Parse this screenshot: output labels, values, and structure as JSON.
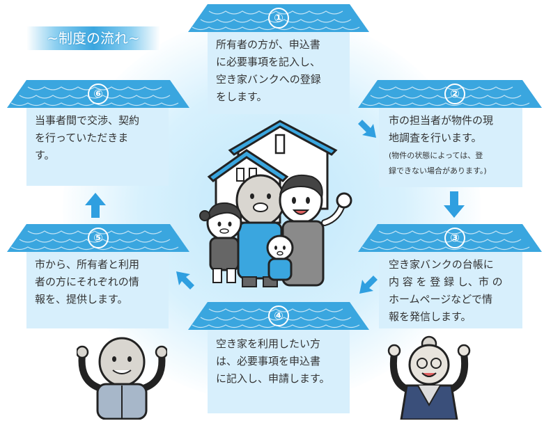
{
  "title": "~制度の流れ~",
  "colors": {
    "roof": "#3aa6df",
    "box": "#d7effc",
    "arrow": "#2f9fe0",
    "text": "#333333"
  },
  "steps": [
    {
      "number": "①",
      "text": "所有者の方が、申込書\nに必要事項を記入し、\n空き家バンクへの登録\nをします。"
    },
    {
      "number": "②",
      "text": "市の担当者が物件の現\n地調査を行います。",
      "note": "(物件の状態によっては、登\n録できない場合があります。)"
    },
    {
      "number": "③",
      "text": "空き家バンクの台帳に\n内 容 を 登 録 し、市 の\nホームページなどで情\n報を発信します。"
    },
    {
      "number": "④",
      "text": "空き家を利用したい方\nは、必要事項を申込書\nに記入し、申請します。"
    },
    {
      "number": "⑤",
      "text": "市から、所有者と利用\n者の方にそれぞれの情\n報を、提供します。"
    },
    {
      "number": "⑥",
      "text": "当事者間で交渉、契約\nを行っていただきま\nす。"
    }
  ]
}
